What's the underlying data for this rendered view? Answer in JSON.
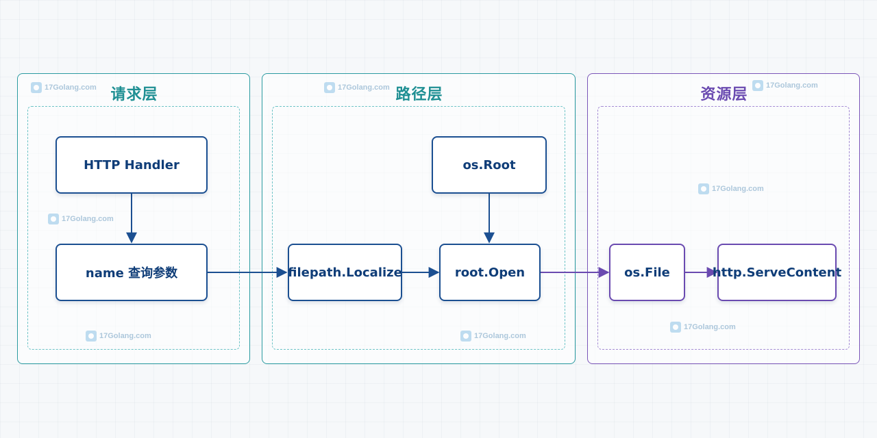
{
  "layers": {
    "request": {
      "title": "请求层"
    },
    "path": {
      "title": "路径层"
    },
    "resource": {
      "title": "资源层"
    }
  },
  "nodes": {
    "http_handler": "HTTP Handler",
    "name_query": "name 查询参数",
    "filepath_localize": "filepath.Localize",
    "os_root": "os.Root",
    "root_open": "root.Open",
    "os_file": "os.File",
    "http_servecontent": "http.ServeContent"
  },
  "edges": [
    {
      "from": "HTTP Handler",
      "to": "name 查询参数"
    },
    {
      "from": "name 查询参数",
      "to": "filepath.Localize"
    },
    {
      "from": "filepath.Localize",
      "to": "root.Open"
    },
    {
      "from": "os.Root",
      "to": "root.Open"
    },
    {
      "from": "root.Open",
      "to": "os.File"
    },
    {
      "from": "os.File",
      "to": "http.ServeContent"
    }
  ],
  "watermark": {
    "text": "17Golang.com"
  },
  "colors": {
    "request_layer": "#2a9aa0",
    "path_layer": "#2a9aa0",
    "resource_layer": "#7a55b8",
    "request_title": "#1f8f93",
    "resource_title": "#6a4ab0",
    "blue_edge": "#1b4f91",
    "purple_edge": "#6a4ab0"
  }
}
